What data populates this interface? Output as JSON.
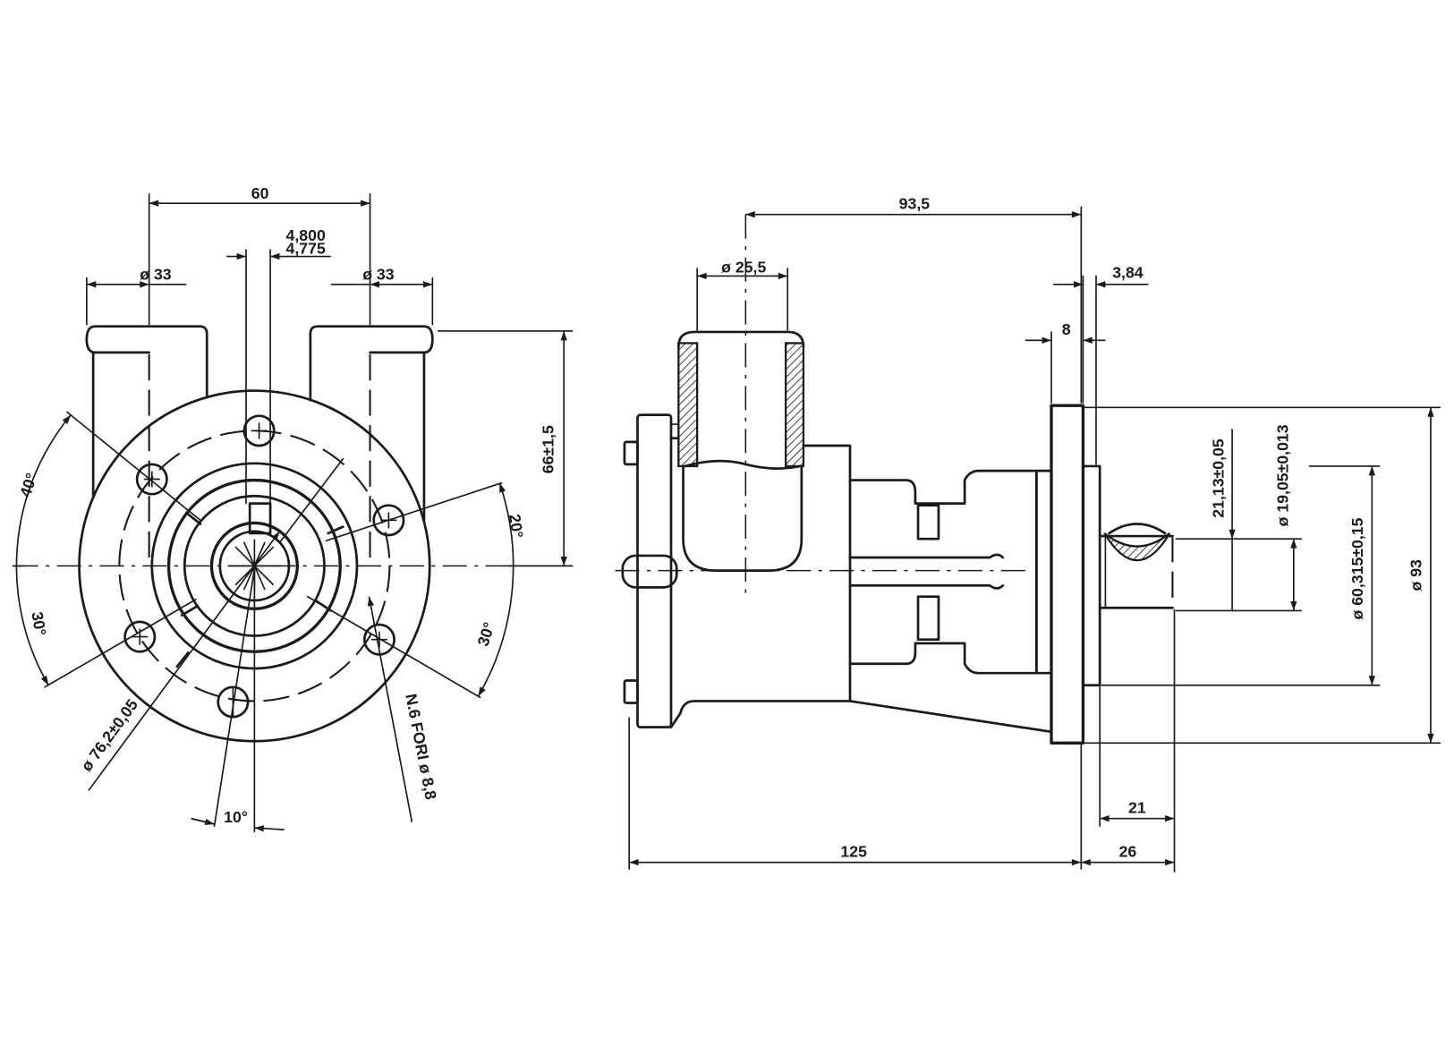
{
  "front_view": {
    "dim_port_spacing": "60",
    "dim_key_max": "4,800",
    "dim_key_min": "4,775",
    "dim_port_left": "ø 33",
    "dim_port_right": "ø 33",
    "dim_port_height": "66±1,5",
    "angle_upper_left": "40°",
    "angle_upper_right": "20°",
    "angle_lower_left": "30°",
    "angle_lower_right": "30°",
    "angle_bottom": "10°",
    "dim_bolt_circle": "ø 76,2±0,05",
    "note_holes": "N.6 FORI ø 8,8"
  },
  "side_view": {
    "dim_inlet_offset": "93,5",
    "dim_inlet_diameter": "ø 25,5",
    "dim_pilot_step": "3,84",
    "dim_flange_thickness": "8",
    "dim_key_height": "21,13±0,05",
    "dim_shaft_diameter": "ø 19,05±0,013",
    "dim_pilot_diameter": "ø 60,315±0,15",
    "dim_flange_diameter": "ø 93",
    "dim_shaft_length": "21",
    "dim_body_length": "125",
    "dim_shaft_projection": "26"
  },
  "colors": {
    "ink": "#1a1a1a",
    "background": "#ffffff"
  }
}
